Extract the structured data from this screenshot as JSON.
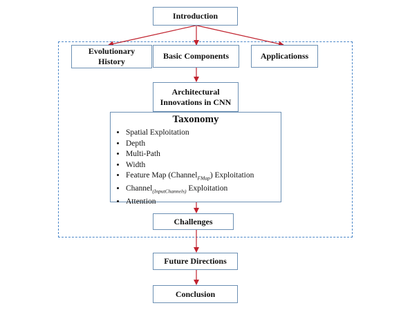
{
  "nodes": {
    "introduction": "Introduction",
    "evolutionary_history": "Evolutionary\nHistory",
    "basic_components": "Basic Components",
    "applications": "Applicationss",
    "architectural_innovations": "Architectural\nInnovations in CNN",
    "challenges": "Challenges",
    "future_directions": "Future Directions",
    "conclusion": "Conclusion"
  },
  "taxonomy": {
    "title": "Taxonomy",
    "items": [
      {
        "text": "Spatial Exploitation",
        "sub": "",
        "suffix": ""
      },
      {
        "text": "Depth",
        "sub": "",
        "suffix": ""
      },
      {
        "text": "Multi-Path",
        "sub": "",
        "suffix": ""
      },
      {
        "text": "Width",
        "sub": "",
        "suffix": ""
      },
      {
        "text": "Feature Map (Channel",
        "sub": "FMap",
        "suffix": ") Exploitation"
      },
      {
        "text": "Channel",
        "sub": "(InputChannels)",
        "suffix": " Exploitation"
      },
      {
        "text": "Attention",
        "sub": "",
        "suffix": ""
      }
    ]
  },
  "colors": {
    "arrow": "#c0222e",
    "box_border": "#6b8fb3",
    "dashed_border": "#4a86c8"
  }
}
